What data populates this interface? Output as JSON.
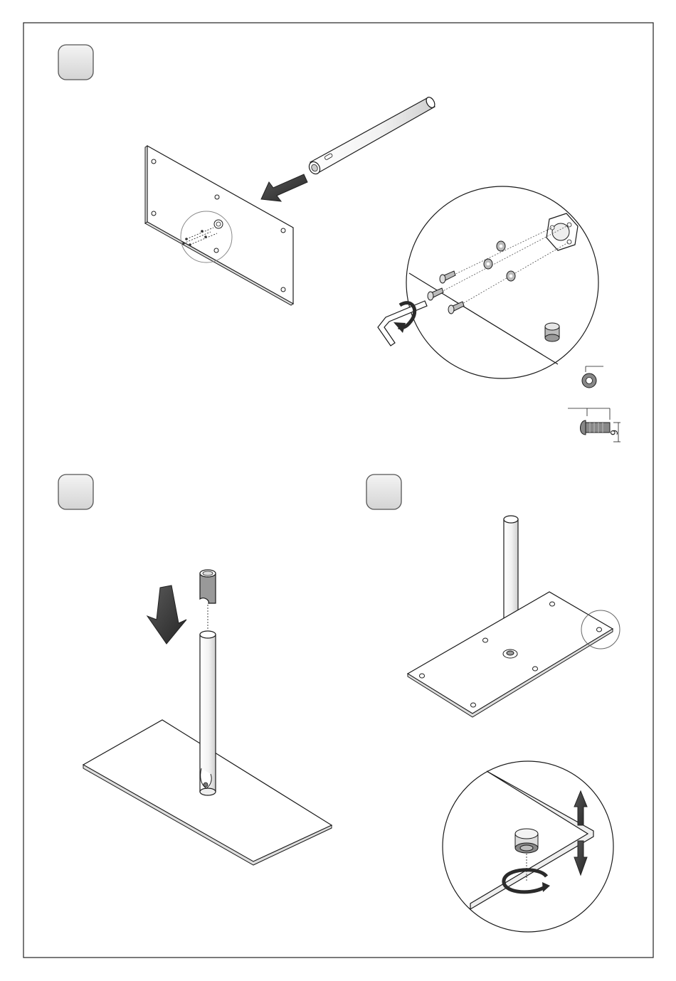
{
  "steps": [
    {
      "id": "step-1",
      "label": ""
    },
    {
      "id": "step-2",
      "label": ""
    },
    {
      "id": "step-3",
      "label": ""
    }
  ],
  "bolt_spec": {
    "length_label": "6"
  },
  "colors": {
    "line": "#1a1a1a",
    "arrow": "#3a3a3a",
    "badge_fill": "#e6e6e6",
    "badge_stroke": "#555555",
    "part_gray": "#8a8a8a"
  }
}
